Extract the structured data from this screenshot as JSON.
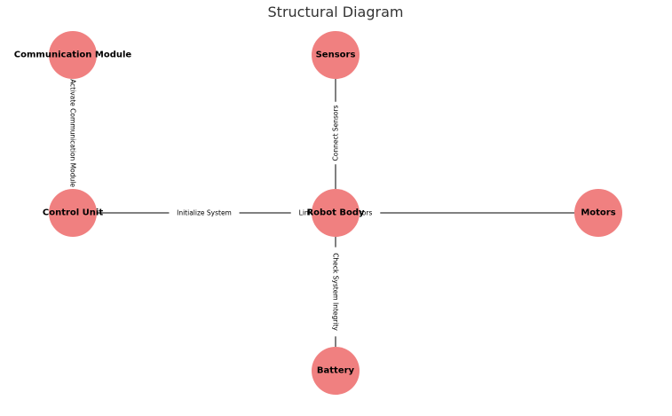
{
  "title": "Structural Diagram",
  "colors": {
    "node_fill": "#f08080",
    "edge": "#000000",
    "background": "#ffffff"
  },
  "nodes": [
    {
      "id": "comm",
      "label": "Communication Module"
    },
    {
      "id": "sensors",
      "label": "Sensors"
    },
    {
      "id": "control",
      "label": "Control Unit"
    },
    {
      "id": "robot",
      "label": "Robot Body"
    },
    {
      "id": "motors",
      "label": "Motors"
    },
    {
      "id": "battery",
      "label": "Battery"
    }
  ],
  "edges": [
    {
      "from": "comm",
      "to": "control",
      "label": "Activate Communication Module"
    },
    {
      "from": "sensors",
      "to": "robot",
      "label": "Connect Sensors"
    },
    {
      "from": "control",
      "to": "robot",
      "label": "Initialize System"
    },
    {
      "from": "robot",
      "to": "motors",
      "label": "Link Control to Motors"
    },
    {
      "from": "robot",
      "to": "battery",
      "label": "Check System Integrity"
    }
  ]
}
